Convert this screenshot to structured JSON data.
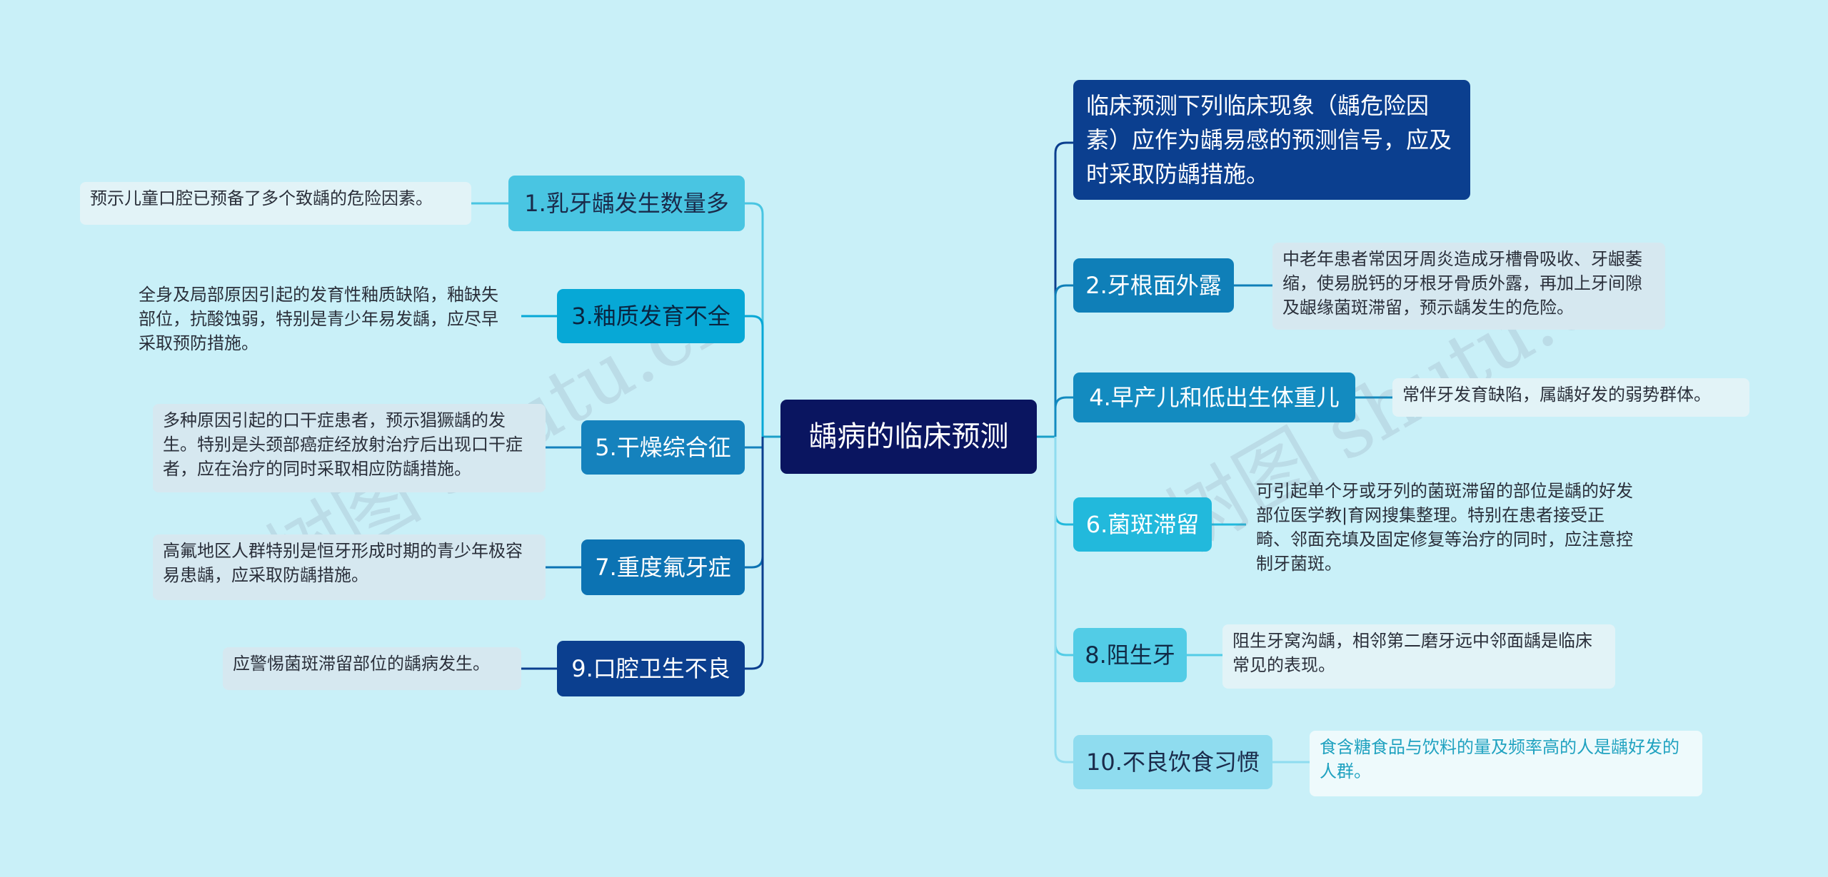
{
  "center": "龋病的临床预测",
  "right": [
    {
      "label": "临床预测下列临床现象（龋危险因素）应作为龋易感的预测信号，应及时采取防龋措施。"
    },
    {
      "label": "2.牙根面外露",
      "note": "中老年患者常因牙周炎造成牙槽骨吸收、牙龈萎缩，使易脱钙的牙根牙骨质外露，再加上牙间隙及龈缘菌斑滞留，预示龋发生的危险。"
    },
    {
      "label": "4.早产儿和低出生体重儿",
      "note": "常伴牙发育缺陷，属龋好发的弱势群体。"
    },
    {
      "label": "6.菌斑滞留",
      "note": "可引起单个牙或牙列的菌斑滞留的部位是龋的好发部位医学教|育网搜集整理。特别在患者接受正畸、邻面充填及固定修复等治疗的同时，应注意控制牙菌斑。"
    },
    {
      "label": "8.阻生牙",
      "note": "阻生牙窝沟龋，相邻第二磨牙远中邻面龋是临床常见的表现。"
    },
    {
      "label": "10.不良饮食习惯",
      "note": "食含糖食品与饮料的量及频率高的人是龋好发的人群。"
    }
  ],
  "left": [
    {
      "label": "1.乳牙龋发生数量多",
      "note": "预示儿童口腔已预备了多个致龋的危险因素。"
    },
    {
      "label": "3.釉质发育不全",
      "note": "全身及局部原因引起的发育性釉质缺陷，釉缺失部位，抗酸蚀弱，特别是青少年易发龋，应尽早采取预防措施。"
    },
    {
      "label": "5.干燥综合征",
      "note": "多种原因引起的口干症患者，预示猖獗龋的发生。特别是头颈部癌症经放射治疗后出现口干症者，应在治疗的同时采取相应防龋措施。"
    },
    {
      "label": "7.重度氟牙症",
      "note": "高氟地区人群特别是恒牙形成时期的青少年极容易患龋，应采取防龋措施。"
    },
    {
      "label": "9.口腔卫生不良",
      "note": "应警惕菌斑滞留部位的龋病发生。"
    }
  ],
  "watermarks": [
    "树图 shutu.cn",
    "树图 shutu.cn"
  ],
  "colors": {
    "background": "#c9f0f8",
    "center": "#0a1560",
    "line_dark": "#0b3f8f",
    "line_light": "#49c5e2"
  }
}
